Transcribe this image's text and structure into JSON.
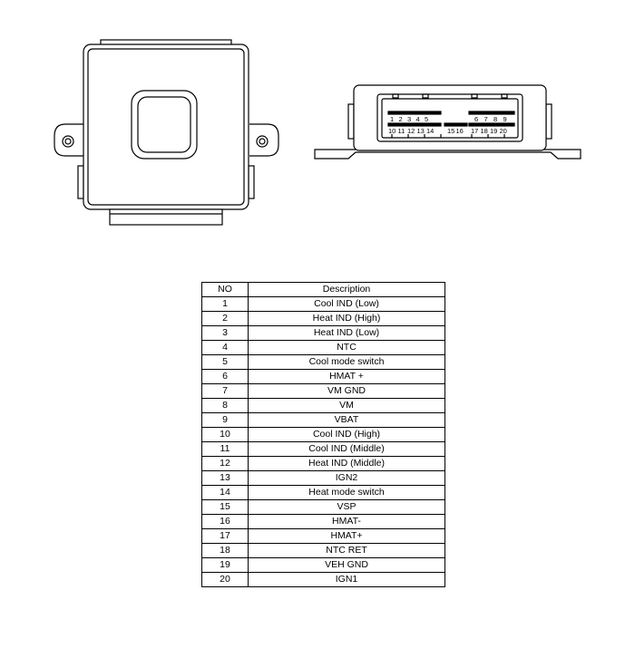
{
  "connector": {
    "pins_top_left": [
      "1",
      "2",
      "3",
      "4",
      "5"
    ],
    "pins_top_right": [
      "6",
      "7",
      "8",
      "9"
    ],
    "pins_bottom_left": [
      "10",
      "11",
      "12",
      "13",
      "14"
    ],
    "pins_bottom_mid": [
      "15",
      "16"
    ],
    "pins_bottom_right": [
      "17",
      "18",
      "19",
      "20"
    ]
  },
  "table": {
    "headers": {
      "no": "NO",
      "description": "Description"
    },
    "rows": [
      {
        "no": "1",
        "description": "Cool IND (Low)"
      },
      {
        "no": "2",
        "description": "Heat IND (High)"
      },
      {
        "no": "3",
        "description": "Heat IND (Low)"
      },
      {
        "no": "4",
        "description": "NTC"
      },
      {
        "no": "5",
        "description": "Cool mode switch"
      },
      {
        "no": "6",
        "description": "HMAT +"
      },
      {
        "no": "7",
        "description": "VM GND"
      },
      {
        "no": "8",
        "description": "VM"
      },
      {
        "no": "9",
        "description": "VBAT"
      },
      {
        "no": "10",
        "description": "Cool IND (High)"
      },
      {
        "no": "11",
        "description": "Cool IND  (Middle)"
      },
      {
        "no": "12",
        "description": "Heat IND (Middle)"
      },
      {
        "no": "13",
        "description": "IGN2"
      },
      {
        "no": "14",
        "description": "Heat mode switch"
      },
      {
        "no": "15",
        "description": "VSP"
      },
      {
        "no": "16",
        "description": "HMAT-"
      },
      {
        "no": "17",
        "description": "HMAT+"
      },
      {
        "no": "18",
        "description": "NTC RET"
      },
      {
        "no": "19",
        "description": "VEH GND"
      },
      {
        "no": "20",
        "description": "IGN1"
      }
    ]
  }
}
